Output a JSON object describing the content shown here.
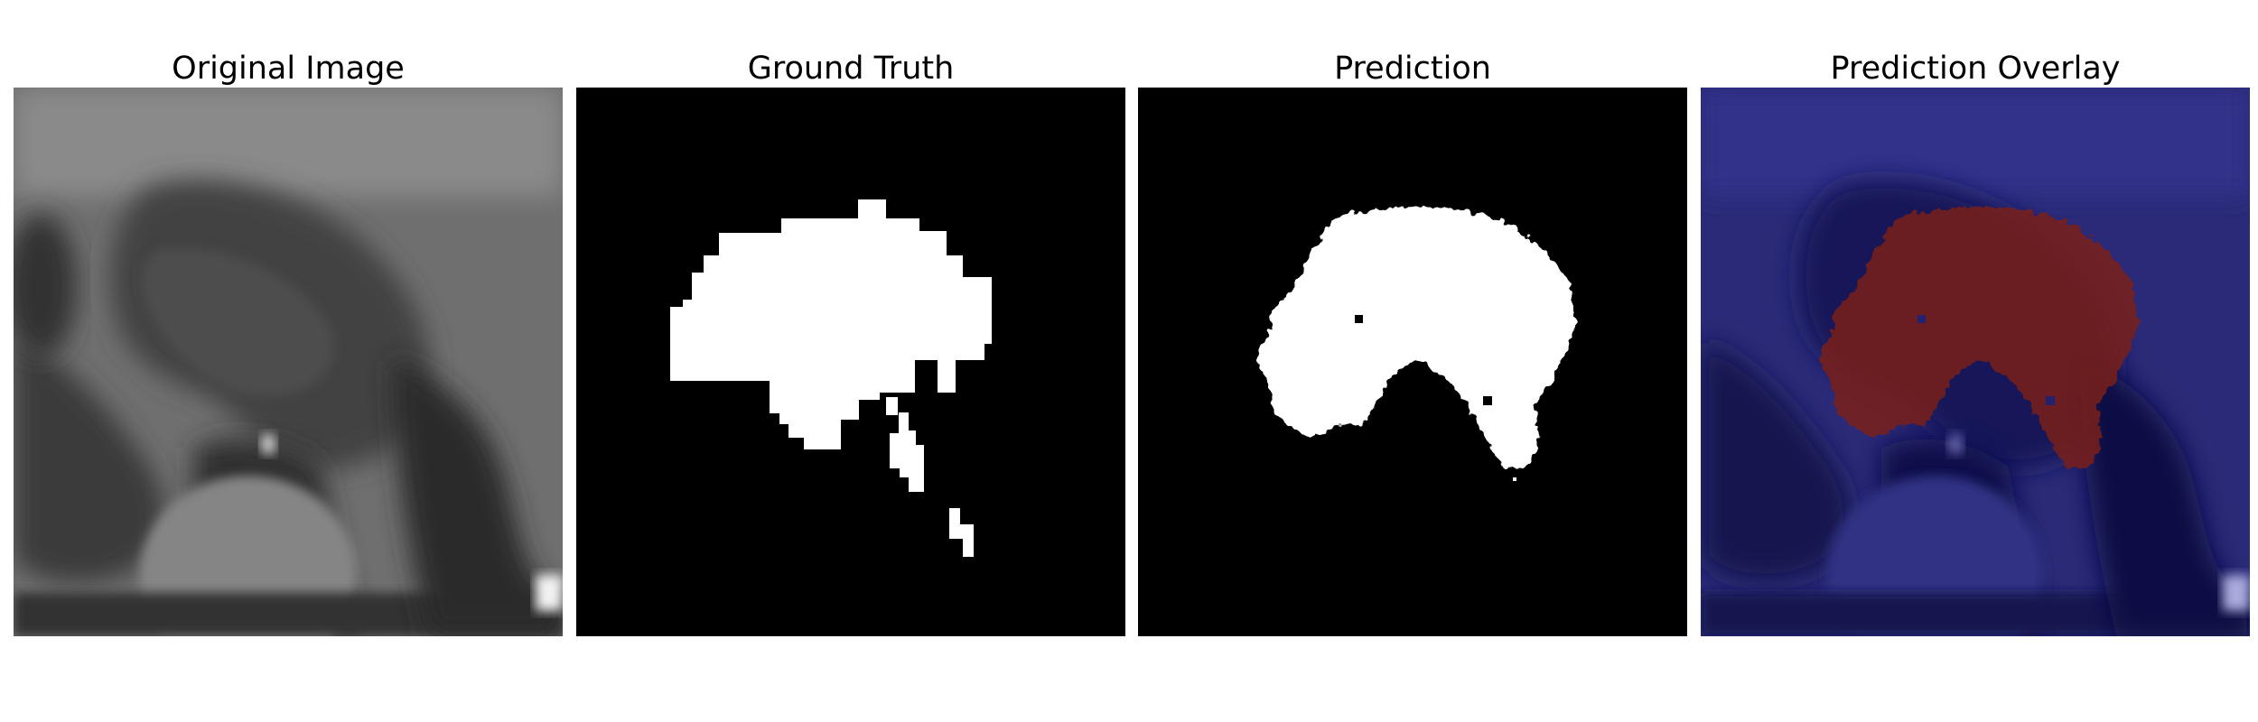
{
  "panels": [
    {
      "title": "Original Image",
      "content": "mri-slice"
    },
    {
      "title": "Ground Truth",
      "content": "binary-mask"
    },
    {
      "title": "Prediction",
      "content": "binary-mask"
    },
    {
      "title": "Prediction Overlay",
      "content": "overlay"
    }
  ],
  "colors": {
    "background": "#ffffff",
    "mask_foreground": "#ffffff",
    "mask_background": "#000000",
    "overlay_background": "#1a1a66",
    "overlay_region": "#7a1f16"
  }
}
